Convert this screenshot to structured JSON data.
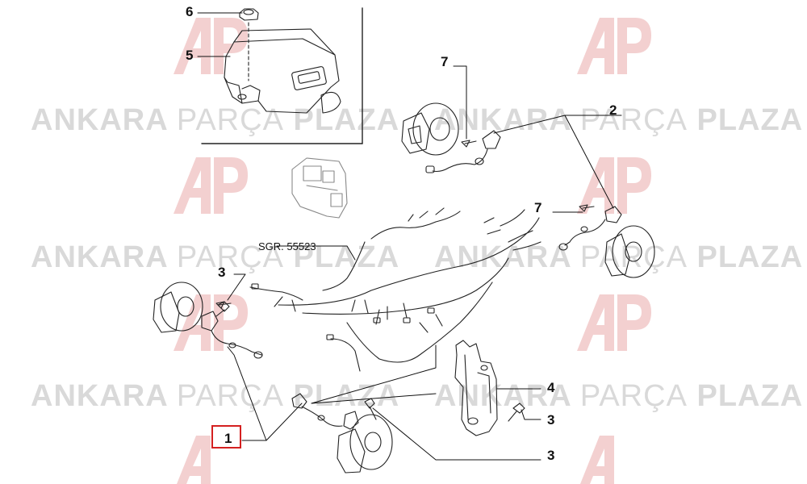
{
  "watermark": {
    "brand_a": "ANKARA",
    "brand_b": "PARÇA",
    "brand_c": "PLAZA",
    "logo_icon": "ap-logo-icon",
    "color": "#d9d9d9",
    "logo_color": "#f2c9c9"
  },
  "reference_label": "SGR. 55523",
  "callouts": [
    {
      "id": "callout-6",
      "text": "6"
    },
    {
      "id": "callout-5",
      "text": "5"
    },
    {
      "id": "callout-7a",
      "text": "7"
    },
    {
      "id": "callout-2",
      "text": "2"
    },
    {
      "id": "callout-7b",
      "text": "7"
    },
    {
      "id": "callout-3a",
      "text": "3"
    },
    {
      "id": "callout-4",
      "text": "4"
    },
    {
      "id": "callout-3b",
      "text": "3"
    },
    {
      "id": "callout-1",
      "text": "1"
    },
    {
      "id": "callout-3c",
      "text": "3"
    }
  ],
  "highlight_color": "#d42020",
  "highlighted_callout": "1"
}
